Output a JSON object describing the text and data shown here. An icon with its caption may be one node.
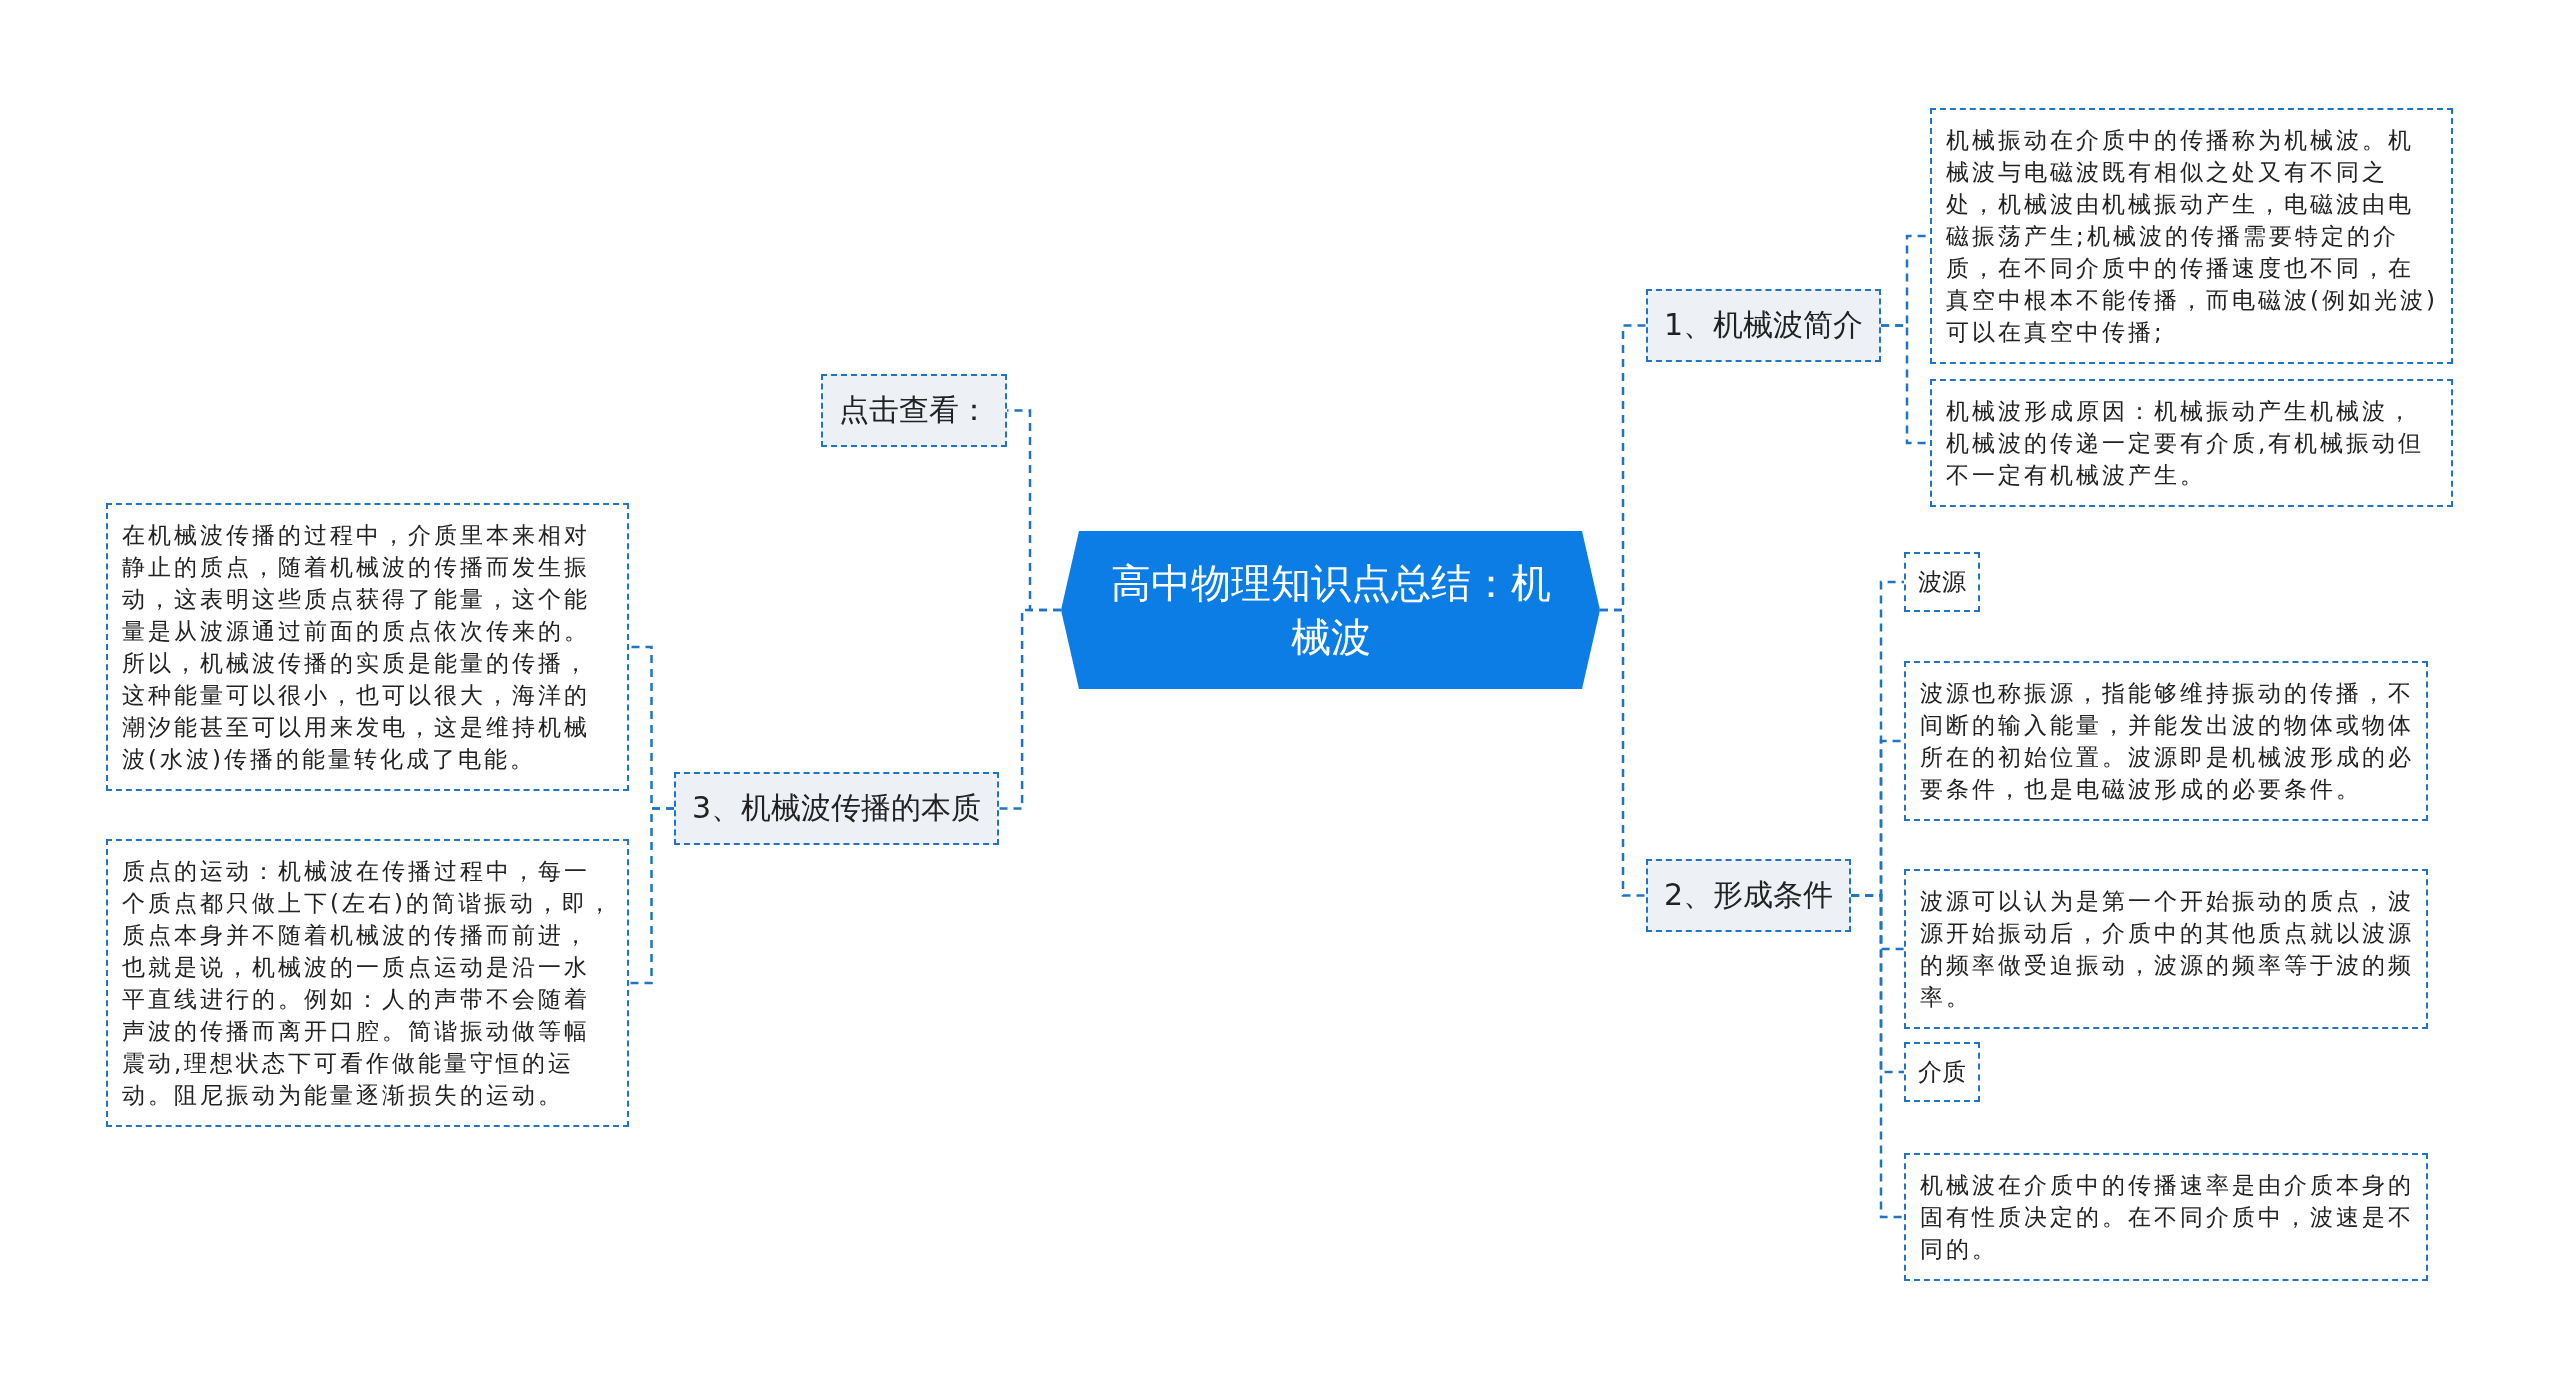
{
  "diagram": {
    "nodes": [
      {
        "text": [
          "高中物理知识点总结：机械波"
        ]
      },
      {
        "text": [
          "1、机械波简介"
        ]
      },
      {
        "text": [
          "机械振动在介质中的传播称为机械波。机械波与电磁波既有相似之处又有不同之处，机械波由机械振动产生，电磁波由电磁振荡产生;机械波的传播需要特定的介质，在不同介质中的传播速度也不同，在真空中根本不能传播，而电磁波(例如光波)可以在真空中传播;"
        ]
      },
      {
        "text": [
          "机械波形成原因：机械振动产生机械波，机械波的传递一定要有介质,有机械振动但不一定有机械波产生。"
        ]
      },
      {
        "text": [
          "2、形成条件"
        ]
      },
      {
        "text": [
          "波源"
        ]
      },
      {
        "text": [
          "波源也称振源，指能够维持振动的传播，不间断的输入能量，并能发出波的物体或物体所在的初始位置。波源即是机械波形成的必要条件，也是电磁波形成的必要条件。"
        ]
      },
      {
        "text": [
          "波源可以认为是第一个开始振动的质点，波源开始振动后，介质中的其他质点就以波源的频率做受迫振动，波源的频率等于波的频率。"
        ]
      },
      {
        "text": [
          "介质"
        ]
      },
      {
        "text": [
          "机械波在介质中的传播速率是由介质本身的固有性质决定的。在不同介质中，波速是不同的。"
        ]
      },
      {
        "text": [
          "点击查看："
        ]
      },
      {
        "text": [
          "3、机械波传播的本质"
        ]
      },
      {
        "text": [
          "在机械波传播的过程中，介质里本来相对静止的质点，随着机械波的传播而发生振动，这表明这些质点获得了能量，这个能量是从波源通过前面的质点依次传来的。所以，机械波传播的实质是能量的传播，这种能量可以很小，也可以很大，海洋的潮汐能甚至可以用来发电，这是维持机械波(水波)传播的能量转化成了电能。"
        ]
      },
      {
        "text": [
          "质点的运动：机械波在传播过程中，每一个质点都只做上下(左右)的简谐振动，即，质点本身并不随着机械波的传播而前进，也就是说，机械波的一质点运动是沿一水平直线进行的。例如：人的声带不会随着声波的传播而离开口腔。简谐振动做等幅震动,理想状态下可看作做能量守恒的运动。阻尼振动为能量逐渐损失的运动。"
        ]
      }
    ],
    "edges": [
      {
        "from": 0,
        "to": 1,
        "arrow": "none",
        "style": "dashed"
      },
      {
        "from": 1,
        "to": 2,
        "arrow": "none",
        "style": "dashed"
      },
      {
        "from": 1,
        "to": 3,
        "arrow": "none",
        "style": "dashed"
      },
      {
        "from": 0,
        "to": 4,
        "arrow": "none",
        "style": "dashed"
      },
      {
        "from": 4,
        "to": 5,
        "arrow": "none",
        "style": "dashed"
      },
      {
        "from": 4,
        "to": 6,
        "arrow": "none",
        "style": "dashed"
      },
      {
        "from": 4,
        "to": 7,
        "arrow": "none",
        "style": "dashed"
      },
      {
        "from": 4,
        "to": 8,
        "arrow": "none",
        "style": "dashed"
      },
      {
        "from": 4,
        "to": 9,
        "arrow": "none",
        "style": "dashed"
      },
      {
        "from": 0,
        "to": 10,
        "arrow": "none",
        "style": "dashed"
      },
      {
        "from": 0,
        "to": 11,
        "arrow": "none",
        "style": "dashed"
      },
      {
        "from": 11,
        "to": 12,
        "arrow": "none",
        "style": "dashed"
      },
      {
        "from": 11,
        "to": 13,
        "arrow": "none",
        "style": "dashed"
      }
    ]
  }
}
